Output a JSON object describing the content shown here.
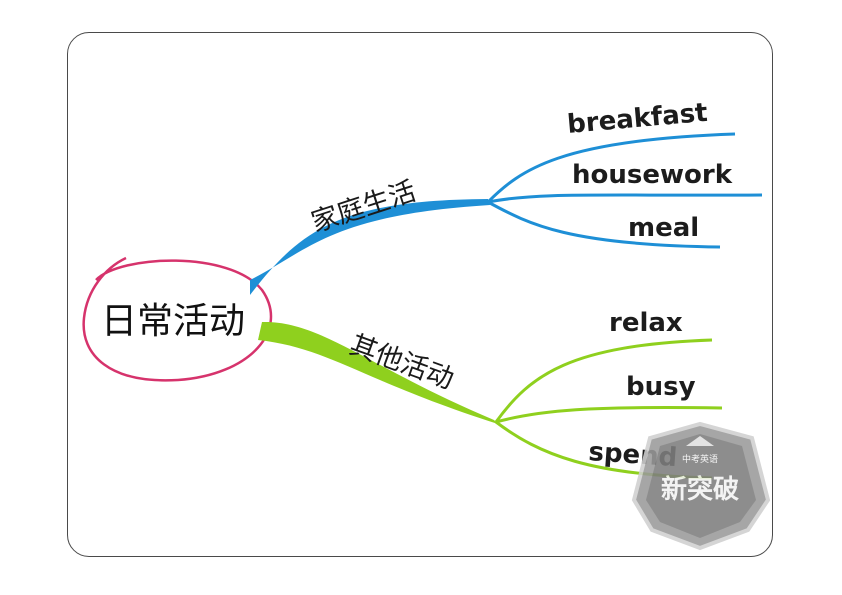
{
  "mindmap": {
    "center": {
      "label": "日常活动"
    },
    "branches": [
      {
        "label": "家庭生活",
        "color": "#1e8fd6",
        "leaves": [
          "breakfast",
          "housework",
          "meal"
        ]
      },
      {
        "label": "其他活动",
        "color": "#8fd01e",
        "leaves": [
          "relax",
          "busy",
          "spend"
        ]
      }
    ],
    "center_ring_color": "#d6336c"
  },
  "watermark": {
    "title": "新突破",
    "subtitle": "中考英语"
  }
}
